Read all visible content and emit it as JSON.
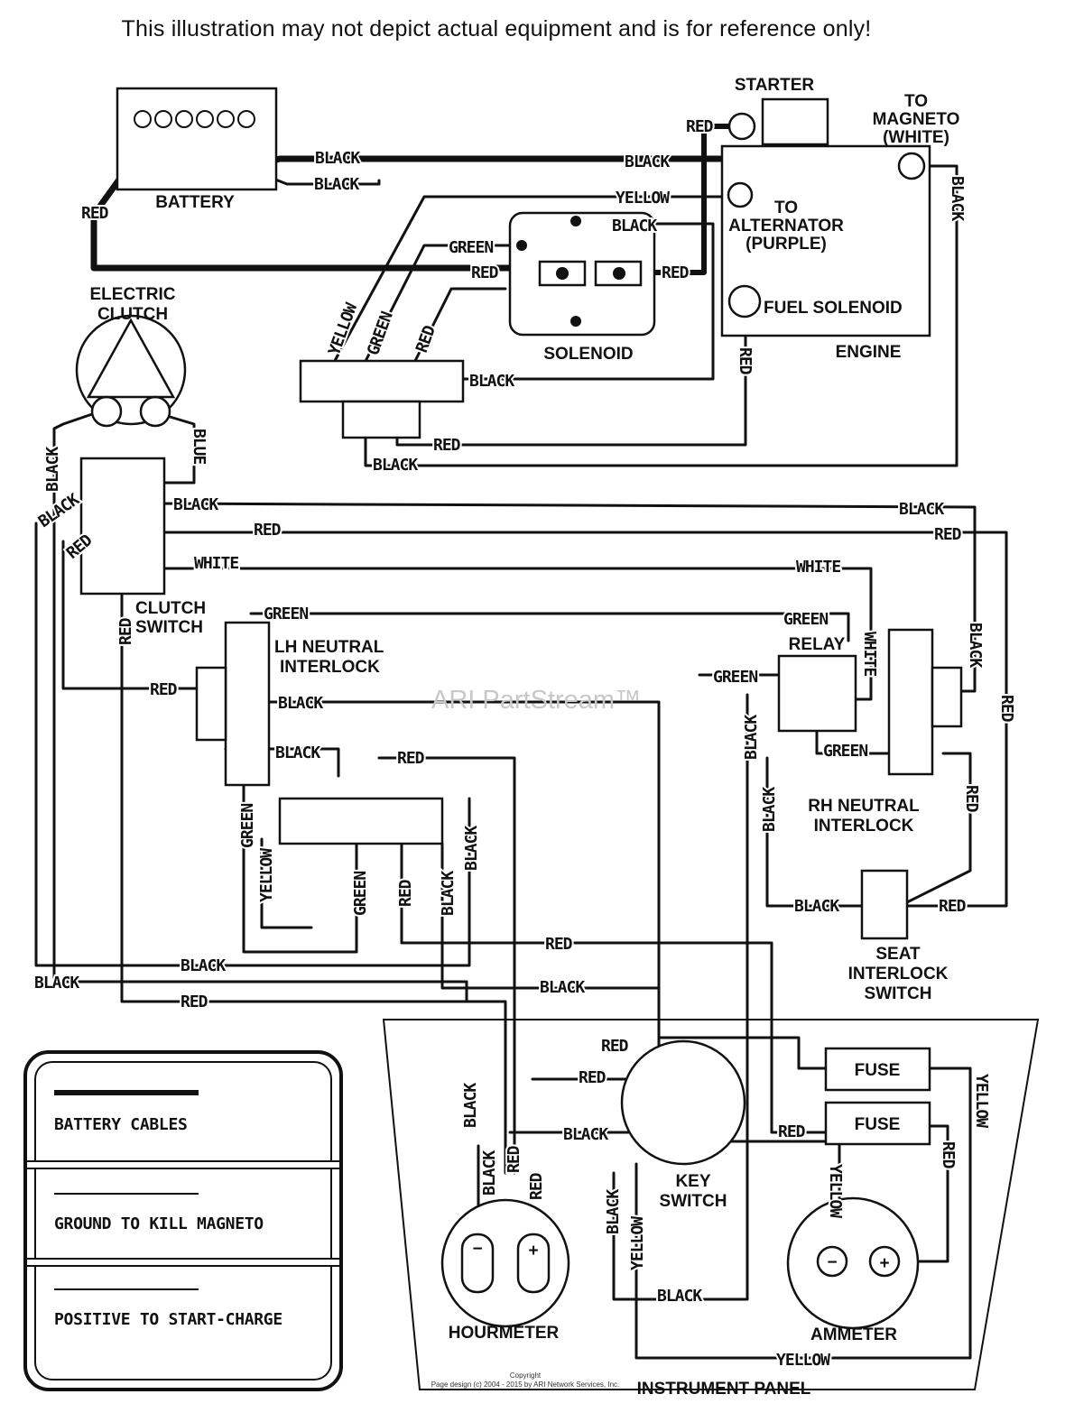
{
  "header": "This illustration may not depict actual equipment and is for reference only!",
  "watermark": "ARI PartStream™",
  "copyright": [
    "Copyright",
    "Page design (c) 2004 - 2015 by ARI Network Services, Inc."
  ],
  "components": {
    "battery": "BATTERY",
    "starter": "STARTER",
    "to_magneto": [
      "TO",
      "MAGNETO",
      "(WHITE)"
    ],
    "to_alternator": [
      "TO",
      "ALTERNATOR",
      "(PURPLE)"
    ],
    "fuel_solenoid": "FUEL SOLENOID",
    "engine": "ENGINE",
    "solenoid": "SOLENOID",
    "electric_clutch": [
      "ELECTRIC",
      "CLUTCH"
    ],
    "clutch_switch": [
      "CLUTCH",
      "SWITCH"
    ],
    "lh_neutral_interlock": [
      "LH NEUTRAL",
      "INTERLOCK"
    ],
    "relay": "RELAY",
    "rh_neutral_interlock": [
      "RH NEUTRAL",
      "INTERLOCK"
    ],
    "seat_interlock_switch": [
      "SEAT",
      "INTERLOCK",
      "SWITCH"
    ],
    "fuse_1": "FUSE",
    "fuse_2": "FUSE",
    "key_switch": [
      "KEY",
      "SWITCH"
    ],
    "hourmeter": "HOURMETER",
    "ammeter": "AMMETER",
    "instrument_panel": "INSTRUMENT PANEL",
    "minus": "−",
    "plus": "+"
  },
  "wire_labels": {
    "black": "BLACK",
    "red": "RED",
    "yellow": "YELLOW",
    "green": "GREEN",
    "white": "WHITE",
    "blue": "BLUE"
  },
  "legend": [
    {
      "label": "BATTERY CABLES",
      "line": "thick"
    },
    {
      "label": "GROUND TO KILL MAGNETO",
      "line": "thin"
    },
    {
      "label": "POSITIVE TO START-CHARGE",
      "line": "thin"
    }
  ]
}
